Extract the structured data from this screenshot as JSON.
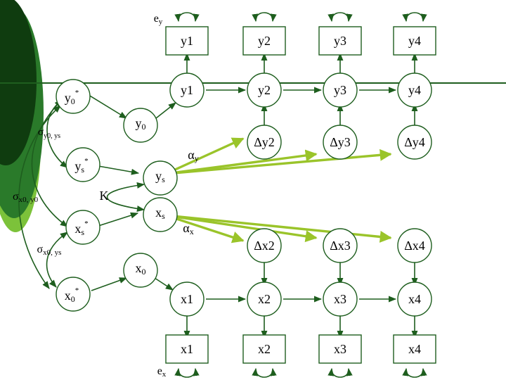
{
  "colors": {
    "dark_green": "#1e5e1e",
    "bright_green": "#9ac42a",
    "deco_dark": "#0f3c0f",
    "deco_mid": "#2a7a2a",
    "deco_light": "#7cc23a"
  },
  "error_labels": {
    "ey": {
      "base": "e",
      "sub": "y"
    },
    "ex": {
      "base": "e",
      "sub": "x"
    }
  },
  "y_observed": [
    "y1",
    "y2",
    "y3",
    "y4"
  ],
  "y_latent": [
    "y1",
    "y2",
    "y3",
    "y4"
  ],
  "dy": [
    "Δy2",
    "Δy3",
    "Δy4"
  ],
  "dx": [
    "Δx2",
    "Δx3",
    "Δx4"
  ],
  "x_latent": [
    "x1",
    "x2",
    "x3",
    "x4"
  ],
  "x_observed": [
    "x1",
    "x2",
    "x3",
    "x4"
  ],
  "latent_nodes": {
    "y0": {
      "base": "y",
      "sub": "0"
    },
    "ys": {
      "base": "y",
      "sub": "s"
    },
    "xs": {
      "base": "x",
      "sub": "s"
    },
    "x0": {
      "base": "x",
      "sub": "0"
    }
  },
  "star_nodes": {
    "y0_star": {
      "base": "y",
      "sub": "0",
      "sup": "*"
    },
    "ys_star": {
      "base": "y",
      "sub": "s",
      "sup": "*"
    },
    "xs_star": {
      "base": "x",
      "sub": "s",
      "sup": "*"
    },
    "x0_star": {
      "base": "x",
      "sub": "0",
      "sup": "*"
    }
  },
  "parameters": {
    "alpha_y": {
      "base": "α",
      "sub": "y"
    },
    "alpha_x": {
      "base": "α",
      "sub": "x"
    },
    "K": "K"
  },
  "covariances": {
    "s_y0_ys": {
      "base": "σ",
      "sub": "y0, ys"
    },
    "s_x0_y0": {
      "base": "σ",
      "sub": "x0, y0"
    },
    "s_x0_ys": {
      "base": "σ",
      "sub": "x0, ys"
    }
  }
}
